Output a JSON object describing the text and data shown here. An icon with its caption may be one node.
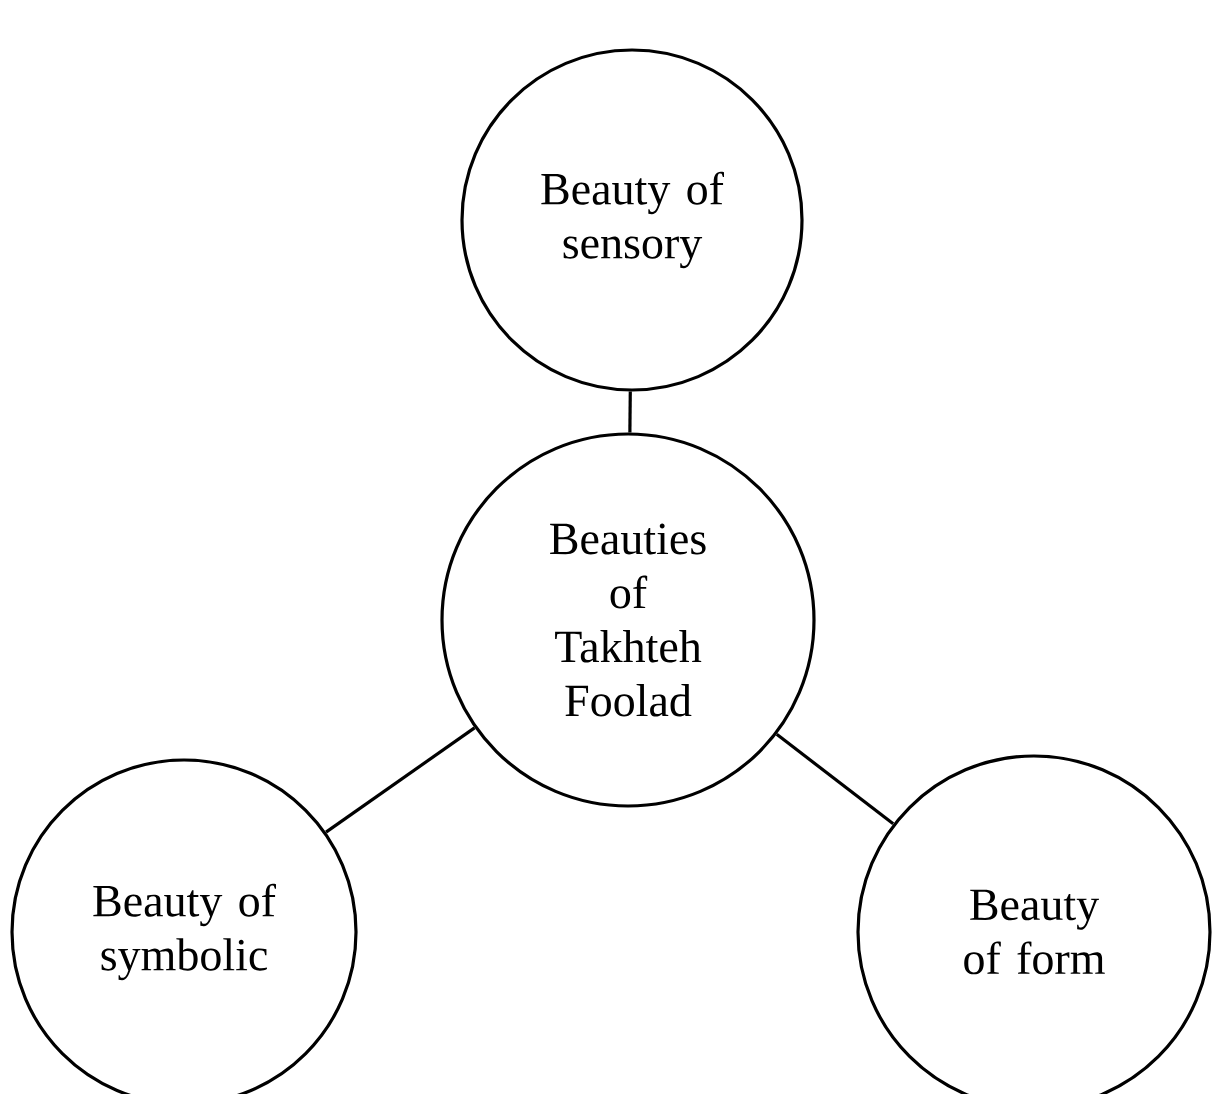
{
  "diagram": {
    "nodes": [
      {
        "text": [
          "Beauty of sensory"
        ]
      },
      {
        "text": [
          "Beauties of Takhteh Foolad"
        ]
      },
      {
        "text": [
          "Beauty of symbolic"
        ]
      },
      {
        "text": [
          "Beauty of form"
        ]
      }
    ],
    "edges": [
      {
        "from": 1,
        "to": 0,
        "arrow": "none"
      },
      {
        "from": 1,
        "to": 2,
        "arrow": "none"
      },
      {
        "from": 1,
        "to": 3,
        "arrow": "none"
      }
    ]
  }
}
